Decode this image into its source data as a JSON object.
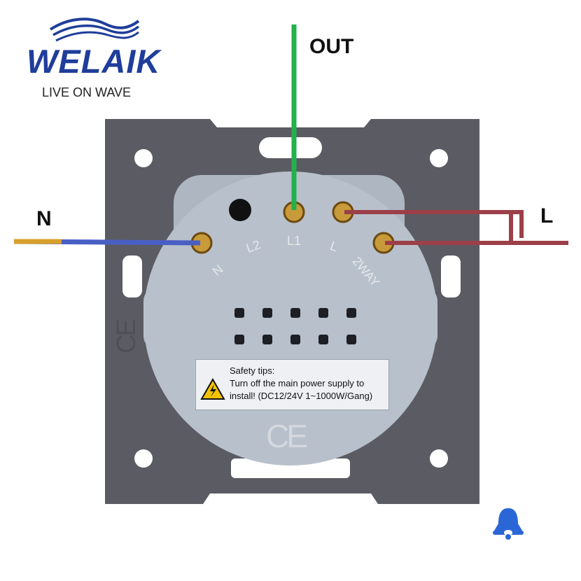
{
  "brand": {
    "name": "WELAIK",
    "tagline": "LIVE ON WAVE"
  },
  "wire_labels": {
    "out": "OUT",
    "neutral": "N",
    "live": "L"
  },
  "terminals": {
    "n": "N",
    "l2": "L2",
    "l1": "L1",
    "l": "L",
    "two_way": "2WAY"
  },
  "safety": {
    "title": "Safety tips:",
    "line1": "Turn off the main power supply to",
    "line2": "install! (DC12/24V 1~1000W/Gang)"
  },
  "marks": {
    "ce": "CE"
  },
  "colors": {
    "frame": "#5b5c63",
    "body": "#b8c0cb",
    "wire_out": "#22b14c",
    "wire_neutral": "#4a5fc4",
    "wire_live": "#9c3f48",
    "brand": "#1f3d9a",
    "bell": "#2a66d6"
  },
  "icons": [
    "brand-wave-icon",
    "warning-sign-icon",
    "bell-icon"
  ]
}
